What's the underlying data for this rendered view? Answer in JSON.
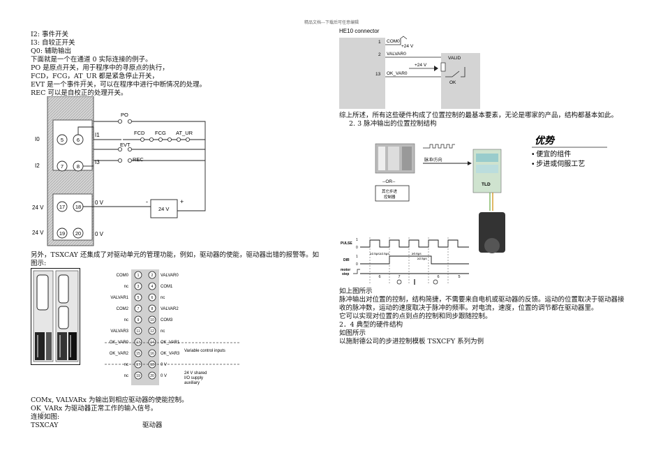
{
  "header": "精品文档---下载后可任意编辑",
  "left": {
    "lines_top": [
      "I2: 事件开关",
      "I3: 自较正开关",
      "Q0:    辅助输出",
      "下面就是一个在通道 0 实际连接的例子。",
      "PO 是原点开关，用于程序中的寻原点的执行，",
      "FCD，FCG，AT_UR 都是紧急停止开关，",
      "EVT 是一个事件开关，可以在程序中进行中断情况的处理。",
      "REC 可以是自校正的处理开关。"
    ],
    "wiring": {
      "terminals": [
        "5",
        "6",
        "7",
        "8",
        "17",
        "18",
        "19",
        "20"
      ],
      "rows": [
        "I0",
        "I2",
        "24 V",
        "24 V"
      ],
      "labels": {
        "I1": "I1",
        "I3": "I3",
        "v0a": "0 V",
        "v0b": "0 V",
        "minus": "-",
        "plus": "+",
        "supply": "24 V"
      },
      "switches": [
        "PO",
        "FCD",
        "FCG",
        "AT_UR",
        "EVT",
        "REC"
      ]
    },
    "para_mid": [
      "另外，TSXCAY 还集成了对驱动单元的管理功能，例如，驱动器的使能，驱动器出错的报警等。如",
      "图示:"
    ],
    "connector": {
      "rows": [
        {
          "l": "COM0",
          "a": "1",
          "b": "2",
          "r": "VALVAR0"
        },
        {
          "l": "nc",
          "a": "3",
          "b": "4",
          "r": "COM1"
        },
        {
          "l": "VALVAR1",
          "a": "5",
          "b": "6",
          "r": "nc"
        },
        {
          "l": "COM2",
          "a": "7",
          "b": "8",
          "r": "VALVAR2"
        },
        {
          "l": "nc",
          "a": "9",
          "b": "10",
          "r": "COM3"
        },
        {
          "l": "VALVAR3",
          "a": "11",
          "b": "12",
          "r": "nc"
        },
        {
          "l": "OK_VAR0",
          "a": "13",
          "b": "14",
          "r": "OK_VAR1"
        },
        {
          "l": "OK_VAR2",
          "a": "15",
          "b": "16",
          "r": "OK_VAR3"
        },
        {
          "l": "nc",
          "a": "17",
          "b": "18",
          "r": "0 V"
        },
        {
          "l": "nc",
          "a": "19",
          "b": "20",
          "r": "0 V"
        }
      ],
      "note1": "Variable control inputs",
      "note2": [
        "24 V shared",
        "I/O supply",
        "auxiliary"
      ]
    },
    "lines_bottom": [
      "COMx, VALVARx 为输出到相应驱动器的使能控制。",
      "OK_VARx 为驱动器正常工作的输入信号。",
      "连接如图:"
    ],
    "last_a": "TSXCAY",
    "last_b": "驱动器"
  },
  "right": {
    "he10": {
      "title": "HE10 connector",
      "pins": [
        "1",
        "2",
        "13"
      ],
      "sig": [
        "COM0",
        "VALVAR0",
        "OK_VAR0"
      ],
      "v24a": "+24 V",
      "v24b": "+24 V",
      "valid": "VALID",
      "ok": "OK"
    },
    "para1": "综上所述，所有这些硬件构成了位置控制的最基本要素，无论是哪家的产品，结构都基本如此。",
    "sec": "2.          3    脉冲输出的位置控制结构",
    "adv": {
      "title": "优势",
      "items": [
        "• 便宜的组件",
        "• 步进或伺服工艺"
      ]
    },
    "diag": {
      "arrow": "脉冲/方向",
      "or": "--OR--",
      "box": [
        "其它步进",
        "控制器"
      ],
      "tld": "TLD"
    },
    "timing": {
      "pulse": "PULSE",
      "dir": "DIR",
      "motor": [
        "motor",
        "step"
      ],
      "lv": [
        "1",
        "0",
        "1",
        "0"
      ],
      "t": [
        "≥2.5μs",
        "≥2.5μs",
        "≥0.6μs",
        "≥2.5μs"
      ],
      "steps": [
        "6",
        "7",
        "6",
        "5"
      ]
    },
    "lines": [
      "如上图所示",
      "脉冲输出对位置的控制，结构简捷，不需要来自电机或驱动器的反馈。运动的位置取决于驱动器接",
      "收的脉冲数，运动的速度取决于脉冲的频率。对电流，速度，位置的调节都在驱动器里。",
      "它可以实现对位置的点到点的控制和同步跟随控制。",
      "2．4 典型的硬件结构",
      "如图所示",
      "以施耐德公司的步进控制模板 TSXCFY 系列为例"
    ]
  }
}
